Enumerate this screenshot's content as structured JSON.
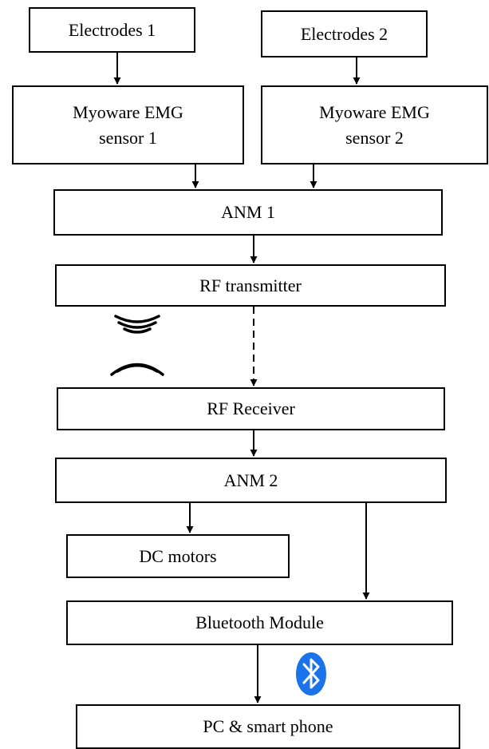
{
  "blocks": {
    "electrodes_1": "Electrodes 1",
    "electrodes_2": "Electrodes 2",
    "emg_sensor_1": "Myoware EMG\nsensor 1",
    "emg_sensor_2": "Myoware EMG\nsensor 2",
    "anm_1": "ANM 1",
    "rf_transmitter": "RF transmitter",
    "rf_receiver": "RF Receiver",
    "anm_2": "ANM 2",
    "dc_motors": "DC motors",
    "bluetooth_module": "Bluetooth Module",
    "pc_smart_phone": "PC & smart phone"
  },
  "icons": {
    "wireless": "wireless-signal-icon",
    "bluetooth": "bluetooth-icon"
  },
  "colors": {
    "line": "#000000",
    "bluetooth": "#1a73e8"
  }
}
